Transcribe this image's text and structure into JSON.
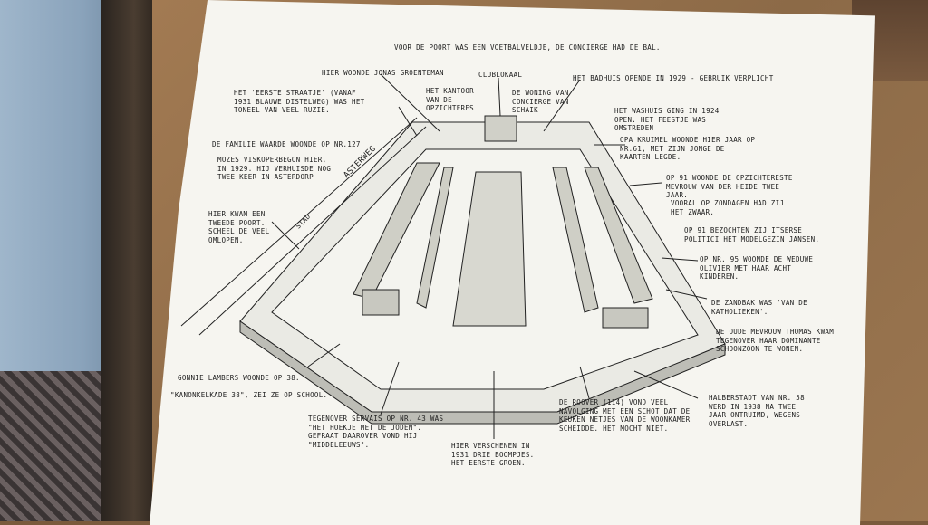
{
  "notes": {
    "top_title": "VOOR DE POORT WAS EEN VOETBALVELDJE, DE CONCIERGE HAD DE BAL.",
    "jonas": "HIER WOONDE JONAS GROENTEMAN",
    "clublokaal": "CLUBLOKAAL",
    "badhuis": "HET BADHUIS OPENDE IN 1929 - GEBRUIK VERPLICHT",
    "eerste_straatje": "HET 'EERSTE STRAATJE' (VANAF 1931 BLAUWE DISTELWEG) WAS HET TONEEL VAN VEEL RUZIE.",
    "kantoor": "HET KANTOOR VAN DE OPZICHTERES",
    "woning_concierge": "DE WONING VAN CONCIERGE VAN SCHAIK",
    "washuis": "HET WASHUIS GING IN 1924 OPEN. HET FEESTJE WAS OMSTREDEN",
    "waardenburg": "DE FAMILIE WAARDE WOONDE OP NR.127",
    "mozes": "MOZES VISKOPERBEGON HIER, IN 1929. HIJ VERHUISDE NOG TWEE KEER IN ASTERDORP",
    "opa_kruimel": "OPA KRUIMEL WOONDE HIER JAAR OP NR.61, MET ZIJN JONGE DE KAARTEN LEGDE.",
    "poort": "HIER KWAM EEN TWEEDE POORT. SCHEEL DE VEEL OMLOPEN.",
    "nr91": "OP 91 WOONDE DE OPZICHTERESTE MEVROUW VAN DER HEIDE TWEE JAAR.",
    "zondagen": "VOORAL OP ZONDAGEN HAD ZIJ HET ZWAAR.",
    "politie": "OP 91 BEZOCHTEN ZIJ ITSERSE POLITICI HET MODELGEZIN JANSEN.",
    "nr95": "OP NR. 95 WOONDE DE WEDUWE OLIVIER MET HAAR ACHT KINDEREN.",
    "zandbak": "DE ZANDBAK WAS 'VAN DE KATHOLIEKEN'.",
    "oude_mevrouw": "DE OUDE MEVROUW THOMAS KWAM TEGENOVER HAAR DOMINANTE SCHOONZOON TE WONEN.",
    "gonnie": "GONNIE LAMBERS WOONDE OP 38.",
    "kwakkelkade": "\"KANONKELKADE 38\", ZEI ZE OP SCHOOL.",
    "servais": "TEGENOVER SERVAIS OP NR. 43 WAS \"HET HOEKJE MET DE JODEN\". GEFRAAT DAAROVER VOND HIJ \"MIDDELEEUWS\".",
    "boompjes": "HIER VERSCHENEN IN 1931 DRIE BOOMPJES. HET EERSTE GROEN.",
    "rooyer": "DE ROOVER (114) VOND VEEL NAVOLGING MET EEN SCHOT DAT DE KEUKEN NETJES VAN DE WOONKAMER SCHEIDDE. HET MOCHT NIET.",
    "halberstadt": "HALBERSTADT VAN NR. 58 WERD IN 1938 NA TWEE JAAR ONTRUIMD, WEGENS OVERLAST.",
    "asterweg": "ASTERWEG",
    "stad": "STAD"
  }
}
